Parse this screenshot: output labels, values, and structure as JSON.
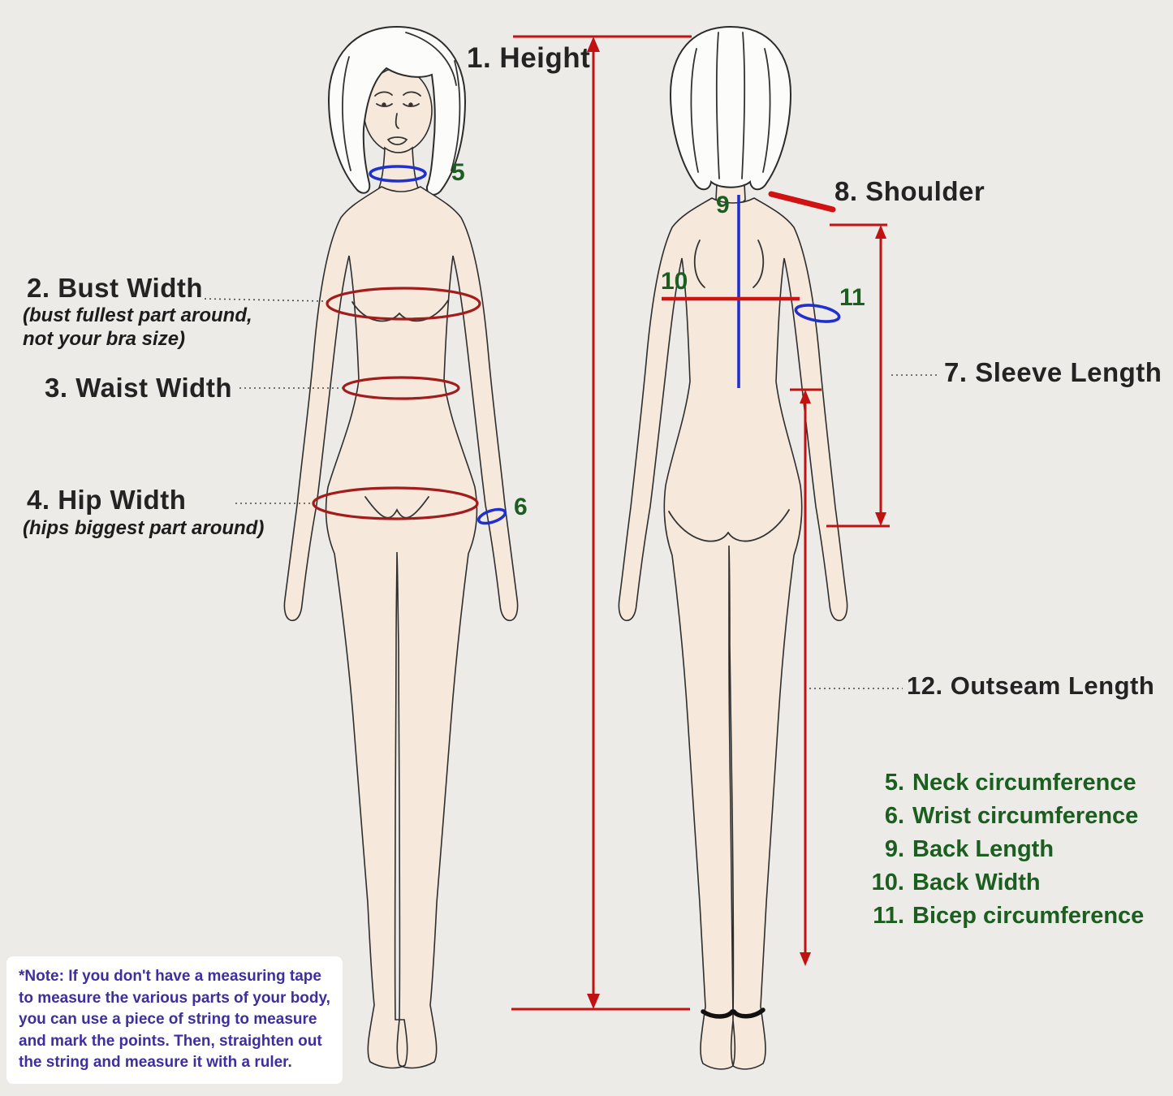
{
  "colors": {
    "background": "#edebe8",
    "red_line": "#c11212",
    "dark_red_ellipse": "#a31c1c",
    "blue_marker": "#2030cf",
    "green_text": "#1b5e20",
    "label_text": "#232323",
    "note_text": "#3e2f9e",
    "note_background": "#ffffff"
  },
  "labels": {
    "height": "1. Height",
    "bust": "2. Bust Width",
    "bust_sub": "(bust fullest part around,\nnot your bra size)",
    "waist": "3. Waist Width",
    "hip": "4. Hip Width",
    "hip_sub": "(hips biggest part around)",
    "sleeve": "7. Sleeve Length",
    "shoulder": "8. Shoulder",
    "outseam": "12. Outseam Length"
  },
  "markers": {
    "neck": "5",
    "wrist": "6",
    "back_length": "9",
    "back_width": "10",
    "bicep": "11"
  },
  "legend": [
    {
      "num": "5.",
      "text": "Neck circumference"
    },
    {
      "num": "6.",
      "text": "Wrist circumference"
    },
    {
      "num": "9.",
      "text": "Back Length"
    },
    {
      "num": "10.",
      "text": "Back Width"
    },
    {
      "num": "11.",
      "text": "Bicep circumference"
    }
  ],
  "note": "*Note: If you don't have a measuring tape to measure the various parts of your body, you can use a piece of string to measure and mark the points. Then, straighten out the string and measure it with a ruler."
}
